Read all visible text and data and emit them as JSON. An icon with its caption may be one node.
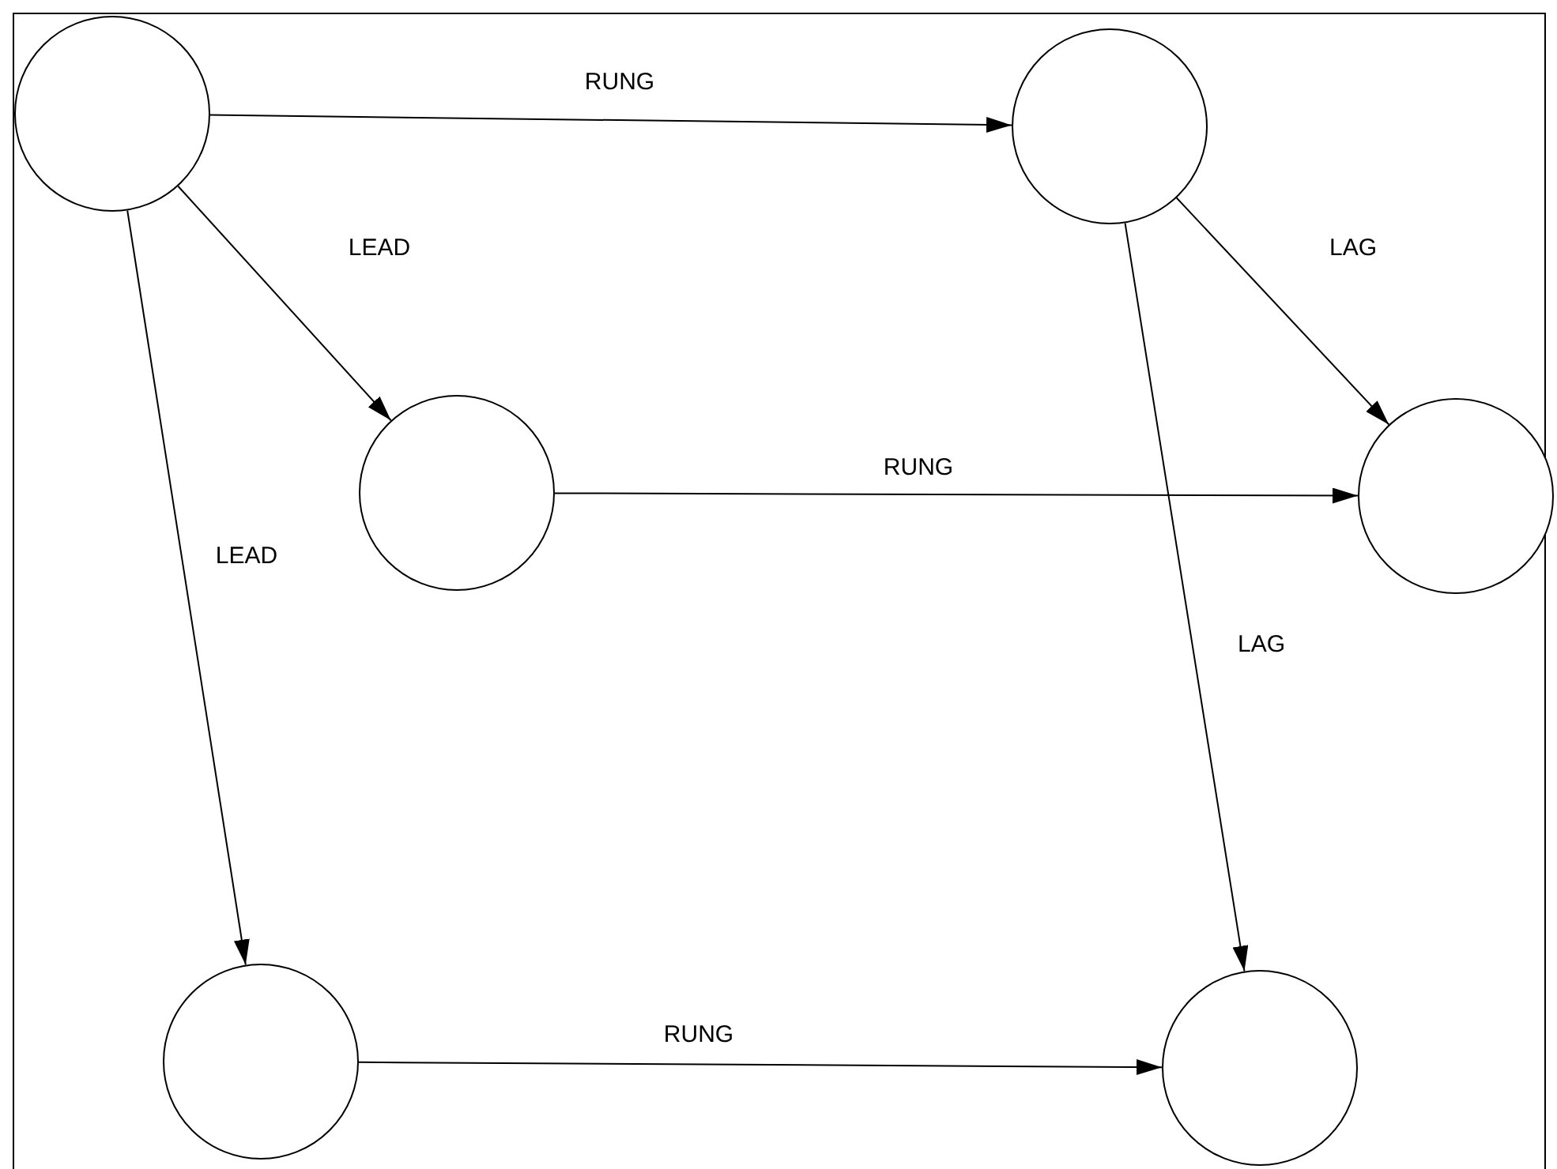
{
  "diagram": {
    "nodes": [
      {
        "text": [],
        "shape": "circle"
      },
      {
        "text": [],
        "shape": "circle"
      },
      {
        "text": [],
        "shape": "circle"
      },
      {
        "text": [],
        "shape": "circle"
      },
      {
        "text": [],
        "shape": "circle"
      },
      {
        "text": [],
        "shape": "circle"
      }
    ],
    "edges": [
      {
        "from": 0,
        "to": 1,
        "arrow": "to",
        "label": "RUNG"
      },
      {
        "from": 0,
        "to": 2,
        "arrow": "to",
        "label": "LEAD"
      },
      {
        "from": 0,
        "to": 4,
        "arrow": "to",
        "label": "LEAD"
      },
      {
        "from": 1,
        "to": 3,
        "arrow": "to",
        "label": "LAG"
      },
      {
        "from": 1,
        "to": 5,
        "arrow": "to",
        "label": "LAG"
      },
      {
        "from": 2,
        "to": 3,
        "arrow": "to",
        "label": "RUNG"
      },
      {
        "from": 4,
        "to": 5,
        "arrow": "to",
        "label": "RUNG"
      }
    ]
  }
}
